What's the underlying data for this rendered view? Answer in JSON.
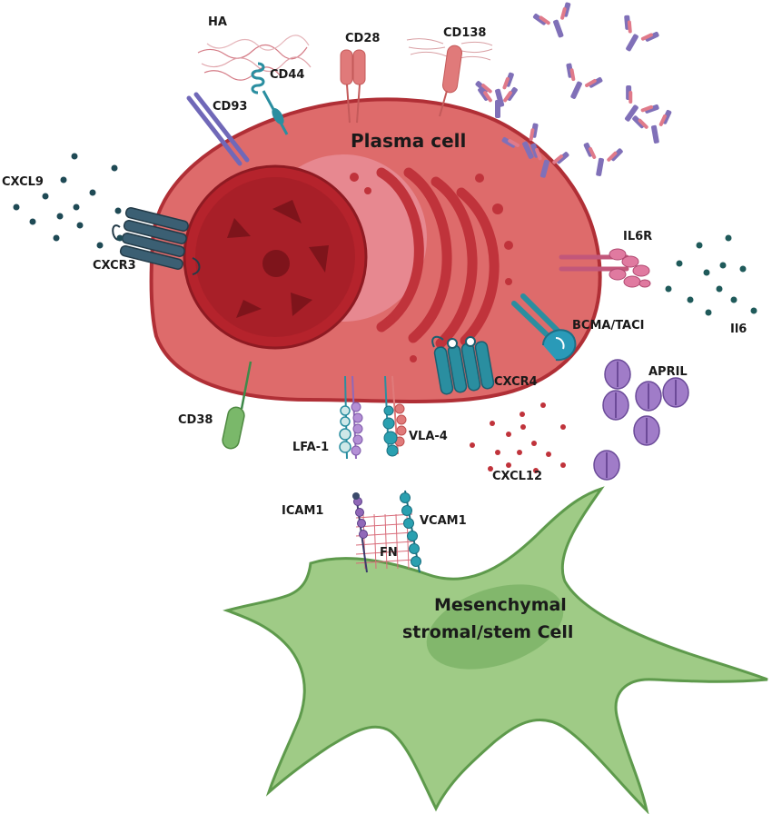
{
  "cells": {
    "plasma": "Plasma cell",
    "msc_line1": "Mesenchymal",
    "msc_line2": "stromal/stem  Cell"
  },
  "labels": {
    "ha": "HA",
    "cd44": "CD44",
    "cd28": "CD28",
    "cd138": "CD138",
    "cd93": "CD93",
    "cxcl9": "CXCL9",
    "cxcr3": "CXCR3",
    "il6r": "IL6R",
    "il6": "Il6",
    "bcma": "BCMA/TACI",
    "april": "APRIL",
    "cxcr4": "CXCR4",
    "cd38": "CD38",
    "lfa1": "LFA-1",
    "vla4": "VLA-4",
    "cxcl12": "CXCL12",
    "icam1": "ICAM1",
    "vcam1": "VCAM1",
    "fn": "FN"
  },
  "colors": {
    "plasma_fill": "#de6b6b",
    "plasma_stroke": "#b02f36",
    "nucleus": "#b5232c",
    "golgi": "#c0333b",
    "msc_fill": "#9fcb86",
    "msc_stroke": "#5e9a4c",
    "receptor_teal": "#2f6f8a",
    "antibody_purple": "#8070b8",
    "antibody_pink": "#e07a8a",
    "april_purple": "#a07cc8"
  }
}
